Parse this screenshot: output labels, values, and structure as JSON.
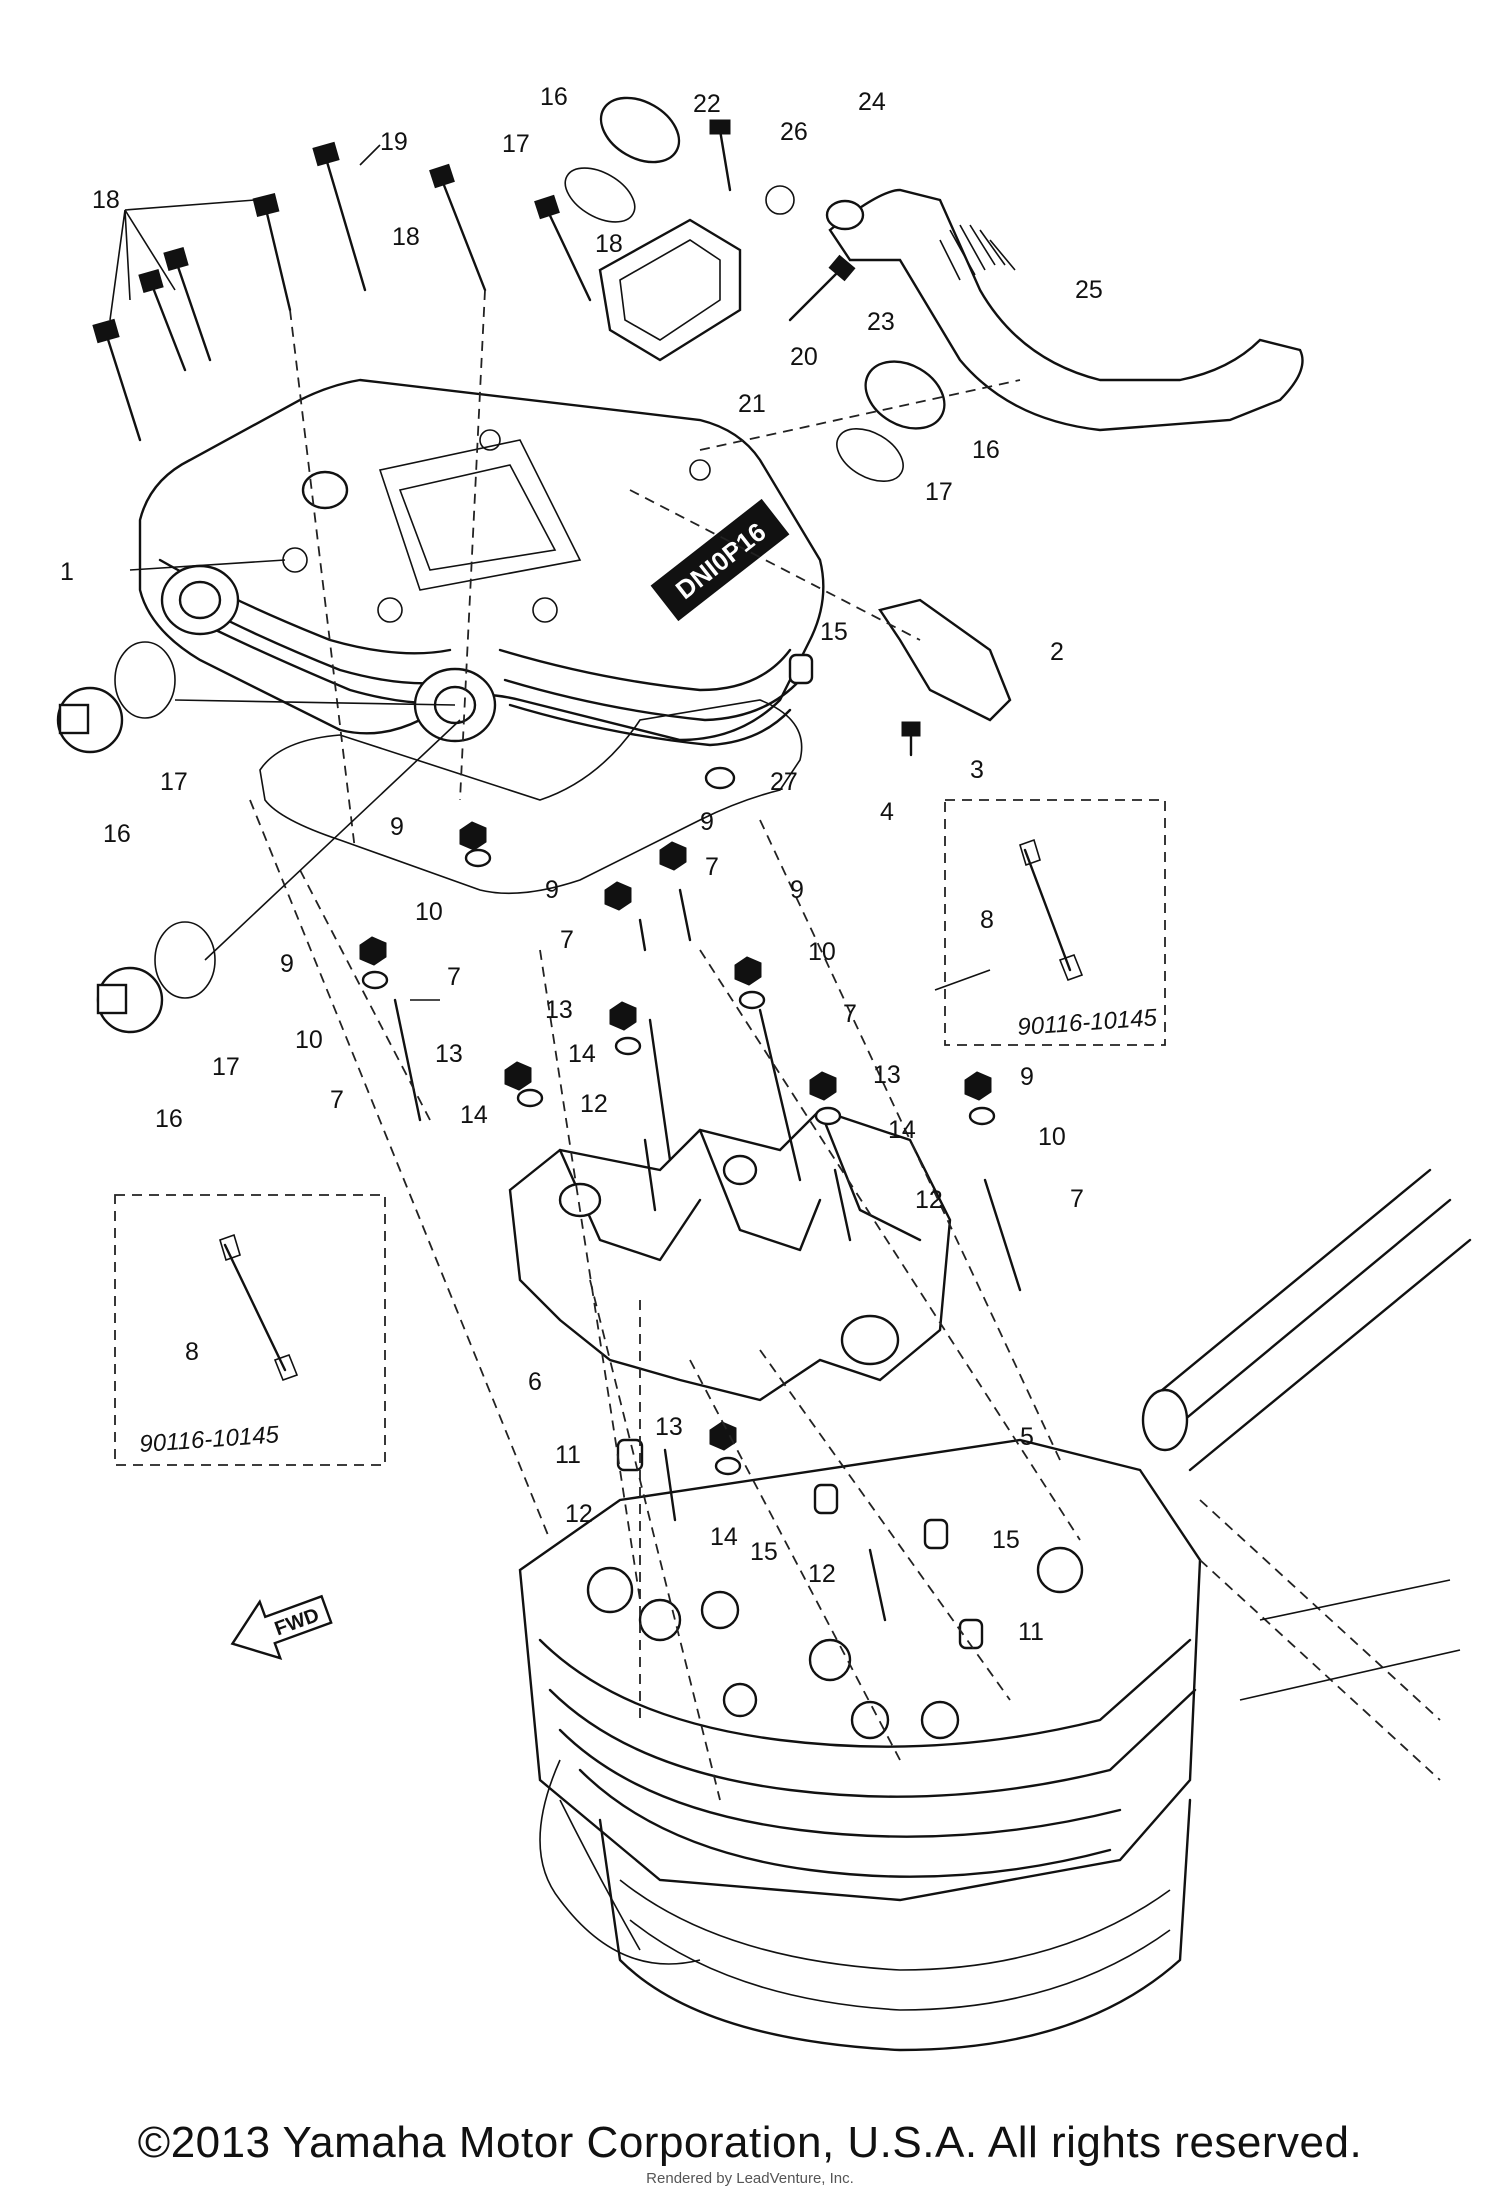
{
  "callouts": {
    "c1": "1",
    "c2": "2",
    "c3": "3",
    "c4": "4",
    "c5": "5",
    "c6": "6",
    "c7": "7",
    "c8": "8",
    "c9": "9",
    "c10": "10",
    "c11": "11",
    "c12": "12",
    "c13": "13",
    "c14": "14",
    "c15": "15",
    "c16": "16",
    "c17": "17",
    "c18": "18",
    "c19": "19",
    "c20": "20",
    "c21": "21",
    "c22": "22",
    "c23": "23",
    "c24": "24",
    "c25": "25",
    "c26": "26",
    "c27": "27"
  },
  "inset_part_number": "90116-10145",
  "fwd_label": "FWD",
  "stamp_text": "DNI0P16",
  "footer": {
    "copyright": "©2013 Yamaha Motor Corporation, U.S.A. All rights reserved.",
    "rendered_by": "Rendered by LeadVenture, Inc."
  }
}
